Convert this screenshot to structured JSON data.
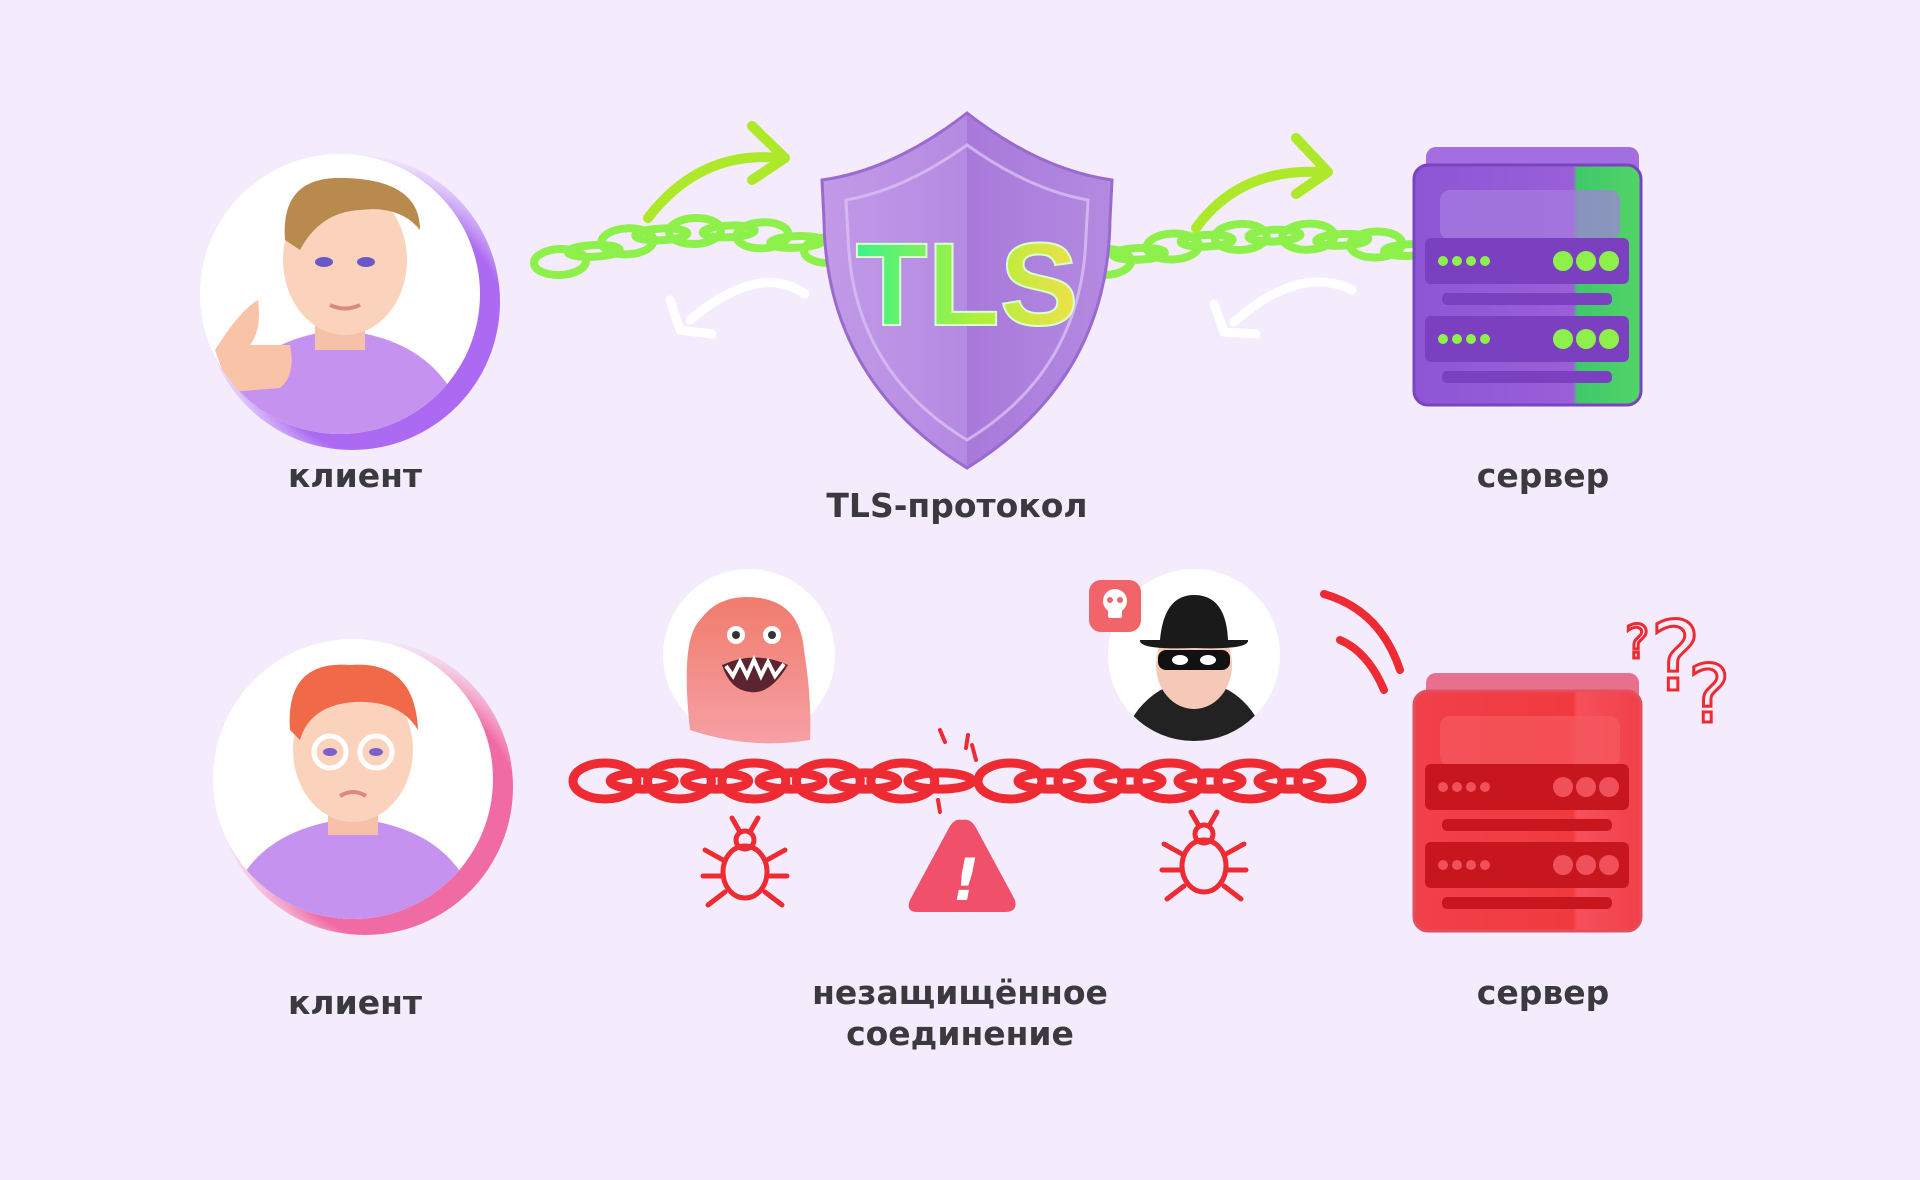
{
  "title": "TLS-протокол vs незащищённое соединение",
  "secure": {
    "client_label": "клиент",
    "protocol_label": "TLS-протокол",
    "shield_text": "TLS",
    "server_label": "сервер"
  },
  "insecure": {
    "client_label": "клиент",
    "connection_label_line1": "незащищённое",
    "connection_label_line2": "соединение",
    "server_label": "сервер",
    "warning_symbol": "!",
    "question_marks": [
      "?",
      "?",
      "?"
    ]
  },
  "colors": {
    "background": "#f4ecfc",
    "secure_accent": "#8ef04a",
    "shield": "#b084e0",
    "server_secure": "#8a4fd0",
    "danger": "#ee2b33",
    "label_text": "#3a3a3e"
  },
  "icons": [
    "user-icon",
    "shield-icon",
    "server-icon",
    "chain-icon",
    "arrow-icon",
    "monster-icon",
    "hacker-icon",
    "skull-icon",
    "bug-icon",
    "warning-icon",
    "question-icon"
  ]
}
